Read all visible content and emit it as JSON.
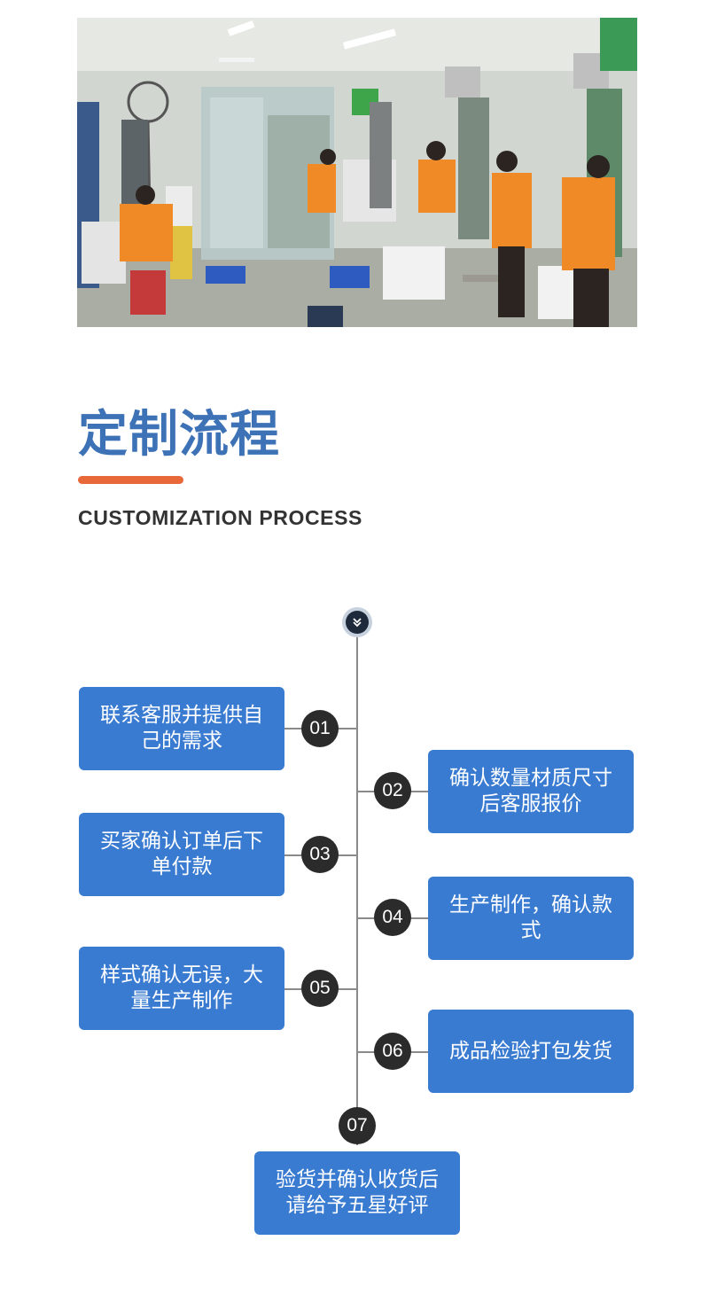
{
  "header": {
    "title_cn": "定制流程",
    "title_en": "CUSTOMIZATION PROCESS"
  },
  "process": {
    "top_icon": "chevron-down-double-icon",
    "steps": [
      {
        "number": "01",
        "text": "联系客服并提供自己的需求",
        "side": "left"
      },
      {
        "number": "02",
        "text": "确认数量材质尺寸后客服报价",
        "side": "right"
      },
      {
        "number": "03",
        "text": "买家确认订单后下单付款",
        "side": "left"
      },
      {
        "number": "04",
        "text": "生产制作，确认款式",
        "side": "right"
      },
      {
        "number": "05",
        "text": "样式确认无误，大量生产制作",
        "side": "left"
      },
      {
        "number": "06",
        "text": "成品检验打包发货",
        "side": "right"
      },
      {
        "number": "07",
        "text": "验货并确认收货后请给予五星好评",
        "side": "bottom"
      }
    ]
  },
  "colors": {
    "title_blue": "#3d72b7",
    "accent_orange": "#e8683a",
    "box_blue": "#3a7bd2",
    "badge_dark": "#2b2b2b"
  }
}
